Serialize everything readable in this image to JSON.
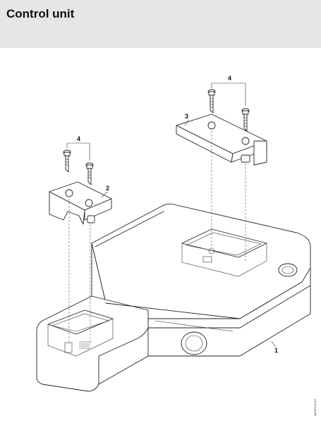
{
  "header": {
    "title": "Control unit"
  },
  "callouts": {
    "housing": "1",
    "clamp_small": "2",
    "cover_plate": "3",
    "screws_left": "4",
    "screws_right": "4"
  },
  "footer": {
    "drawing_code": "4818F103 A3"
  }
}
